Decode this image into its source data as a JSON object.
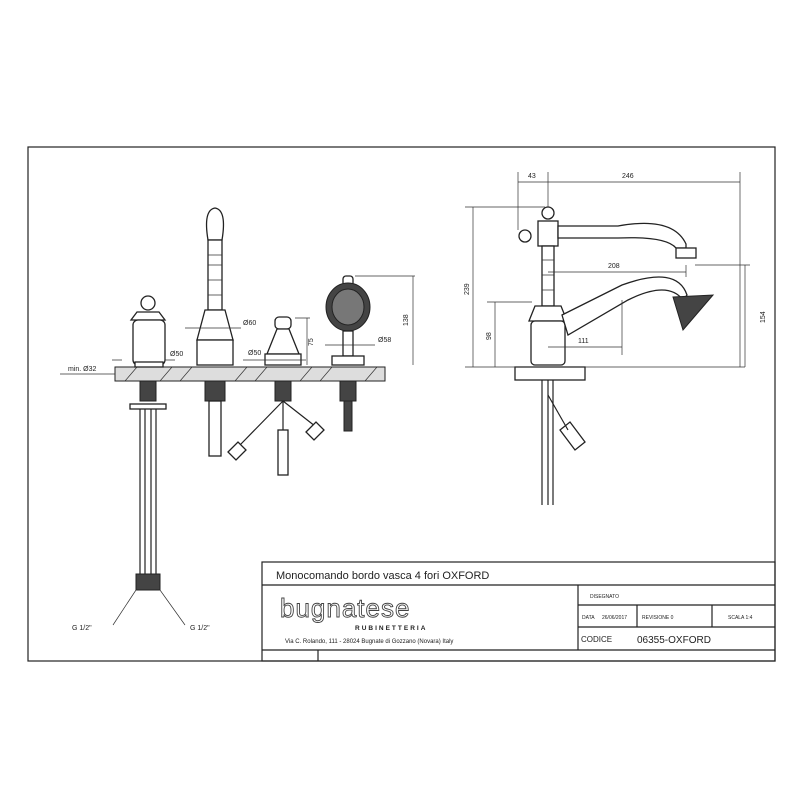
{
  "dimensions": {
    "left_view": {
      "min_hole": "min. Ø32",
      "d60": "Ø60",
      "d50a": "Ø50",
      "d50b": "Ø50",
      "h75": "75",
      "d58": "Ø58",
      "h138": "138"
    },
    "right_view": {
      "w43": "43",
      "w246": "246",
      "h239": "239",
      "h98": "98",
      "w111": "111",
      "w208": "208",
      "h154": "154"
    },
    "connections": {
      "left": "G 1/2\"",
      "right": "G 1/2\""
    }
  },
  "title_block": {
    "title": "Monocomando bordo vasca 4 fori OXFORD",
    "brand": "bugnatese",
    "brand_sub": "RUBINETTERIA",
    "address": "Via C. Rolando, 111 - 28024 Bugnate di Gozzano (Novara) Italy",
    "drawn_label": "DISEGNATO",
    "date_label": "DATA",
    "date_value": "26/06/2017",
    "revision": "REVISIONE 0",
    "scale": "SCALA 1:4",
    "code_label": "CODICE",
    "code_value": "06355-OXFORD"
  }
}
